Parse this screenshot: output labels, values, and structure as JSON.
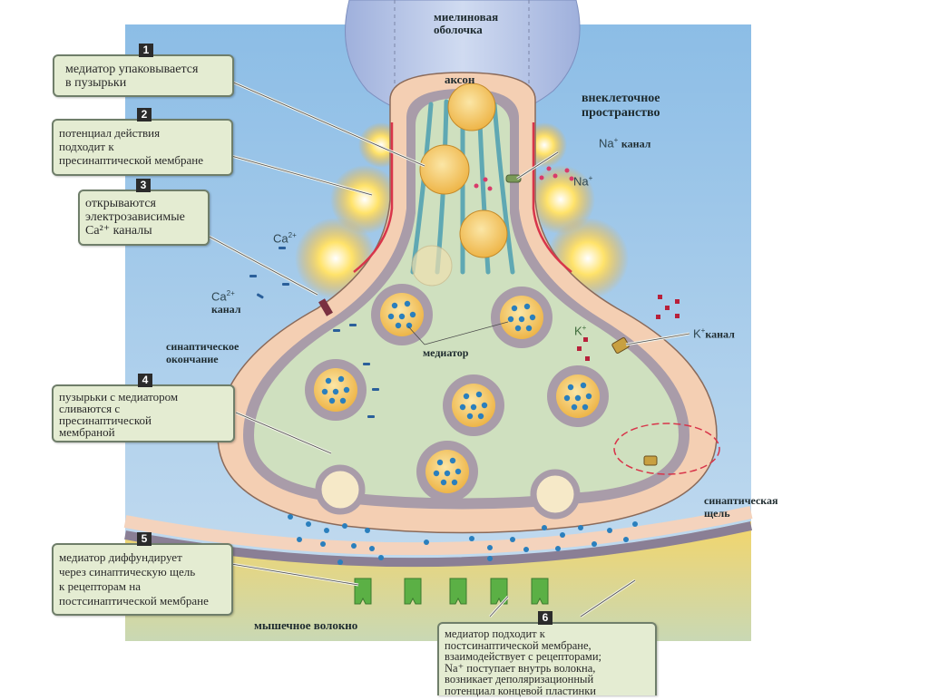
{
  "diagram": {
    "title_labels": {
      "myelin": [
        "миелиновая",
        "оболочка"
      ],
      "axon": "аксон",
      "extracellular": [
        "внеклеточное",
        "пространство"
      ],
      "na_channel": "канал",
      "na_channel_ion": "Na",
      "na_ion": "Na",
      "na_charge": "+",
      "ca_ion": "Ca",
      "ca_charge": "2+",
      "ca_channel_ion": "Ca",
      "ca_channel": "канал",
      "k_ion": "K",
      "k_charge": "+",
      "k_channel_ion": "K",
      "k_channel": "канал",
      "synaptic_ending": [
        "синаптическое",
        "окончание"
      ],
      "mediator": "медиатор",
      "synaptic_cleft": [
        "синаптическая",
        "щель"
      ],
      "muscle_fiber": "мышечное волокно"
    },
    "callouts": [
      {
        "number": "1",
        "lines": [
          "медиатор упаковывается",
          "в пузырьки"
        ]
      },
      {
        "number": "2",
        "lines": [
          "потенциал действия",
          "подходит к",
          "пресинаптической мембране"
        ]
      },
      {
        "number": "3",
        "lines": [
          "открываются",
          "электрозависимые",
          "Ca²⁺ каналы"
        ]
      },
      {
        "number": "4",
        "lines": [
          "пузырьки с медиатором",
          "сливаются с",
          "пресинаптической",
          "мембраной"
        ]
      },
      {
        "number": "5",
        "lines": [
          "медиатор диффундирует",
          "через синаптическую щель",
          "к рецепторам на",
          "постсинаптической мембране"
        ]
      },
      {
        "number": "6",
        "lines": [
          "медиатор подходит к",
          "постсинаптической мембране,",
          "взаимодействует с рецепторами;",
          "Na⁺ поступает внутрь волокна,",
          "возникает деполяризационный",
          "потенциал концевой пластинки"
        ]
      }
    ],
    "colors": {
      "extracellular_bg": "#8fbfe6",
      "myelin": "#b8c6e6",
      "membrane_outer": "#f6d2b8",
      "membrane_inner": "#a79aa8",
      "cytoplasm": "#cfe0bf",
      "vesicle": "#f2c15a",
      "mediator_dot": "#2a7fbd",
      "muscle": "#f0d878",
      "receptor": "#5bb045",
      "callout_bg": "#e4ecd2",
      "na_dot": "#d93a6a",
      "k_dot": "#b8203a",
      "arrow_red": "#d8354a"
    }
  }
}
